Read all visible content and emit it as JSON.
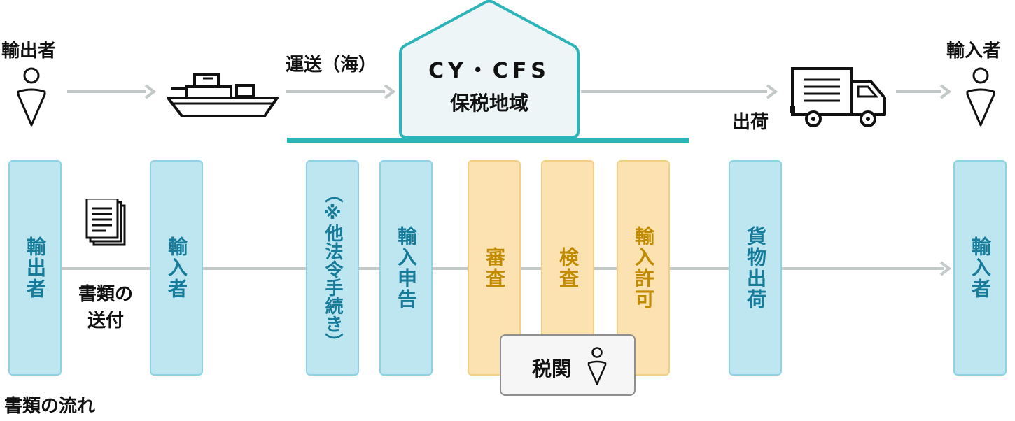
{
  "top": {
    "exporter": "輸出者",
    "transport": "運送（海）",
    "warehouse_line1": "CY・CFS",
    "warehouse_line2": "保税地域",
    "shipment": "出荷",
    "importer": "輸入者"
  },
  "flow": {
    "columns": [
      {
        "label": "輸出者",
        "style": "blue"
      },
      {
        "label": "輸入者",
        "style": "blue"
      },
      {
        "label": "（※他法令手続き）",
        "style": "blue"
      },
      {
        "label": "輸入申告",
        "style": "blue"
      },
      {
        "label": "審査",
        "style": "orange"
      },
      {
        "label": "検査",
        "style": "orange"
      },
      {
        "label": "輸入許可",
        "style": "orange"
      },
      {
        "label": "貨物出荷",
        "style": "blue"
      },
      {
        "label": "輸入者",
        "style": "blue"
      }
    ],
    "document_caption": "書類の\n送付",
    "customs": "税関",
    "footer": "書類の流れ"
  },
  "colors": {
    "teal": "#2bb5b8",
    "blue_fill": "#bde6f1",
    "blue_text": "#177b9a",
    "orange_fill": "#fbe2b0",
    "orange_text": "#c18a00",
    "arrow": "#c3c8c8"
  }
}
